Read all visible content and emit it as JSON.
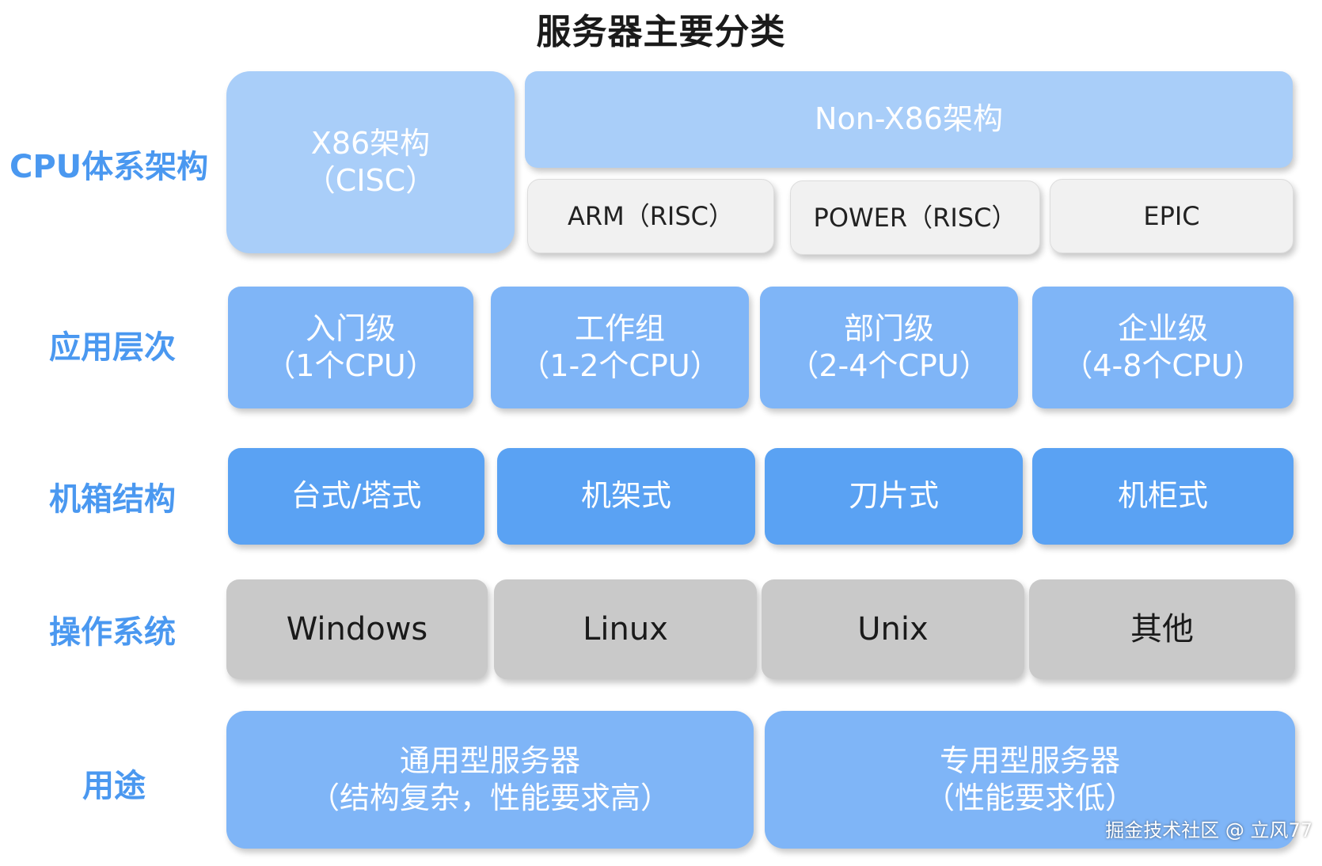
{
  "title": "服务器主要分类",
  "rows": {
    "cpu": {
      "label": "CPU体系架构",
      "x86": {
        "line1": "X86架构",
        "line2": "（CISC）"
      },
      "non_x86": "Non-X86架构",
      "subtypes": [
        "ARM（RISC）",
        "POWER（RISC）",
        "EPIC"
      ]
    },
    "level": {
      "label": "应用层次",
      "items": [
        {
          "line1": "入门级",
          "line2": "（1个CPU）"
        },
        {
          "line1": "工作组",
          "line2": "（1-2个CPU）"
        },
        {
          "line1": "部门级",
          "line2": "（2-4个CPU）"
        },
        {
          "line1": "企业级",
          "line2": "（4-8个CPU）"
        }
      ]
    },
    "chassis": {
      "label": "机箱结构",
      "items": [
        "台式/塔式",
        "机架式",
        "刀片式",
        "机柜式"
      ]
    },
    "os": {
      "label": "操作系统",
      "items": [
        "Windows",
        "Linux",
        "Unix",
        "其他"
      ]
    },
    "usage": {
      "label": "用途",
      "items": [
        {
          "line1": "通用型服务器",
          "line2": "（结构复杂，性能要求高）"
        },
        {
          "line1": "专用型服务器",
          "line2": "（性能要求低）"
        }
      ]
    }
  },
  "credit": "掘金技术社区 @ 立风77",
  "colors": {
    "row_label": "#4a98f0",
    "light_box": "#a9cef9",
    "mid_box": "#7fb5f7",
    "strong_box": "#5aa2f3",
    "os_box": "#c9c9c9",
    "grey_box": "#f1f1f1"
  }
}
